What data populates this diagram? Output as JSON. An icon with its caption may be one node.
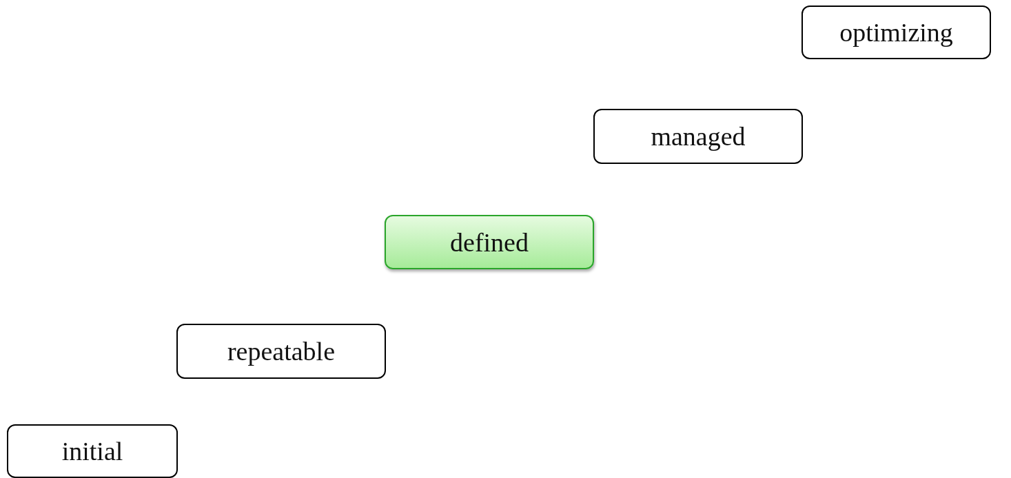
{
  "diagram": {
    "nodes": [
      {
        "text": [
          "optimizing"
        ]
      },
      {
        "text": [
          "managed"
        ]
      },
      {
        "text": [
          "defined"
        ]
      },
      {
        "text": [
          "repeatable"
        ]
      },
      {
        "text": [
          "initial"
        ]
      }
    ]
  }
}
